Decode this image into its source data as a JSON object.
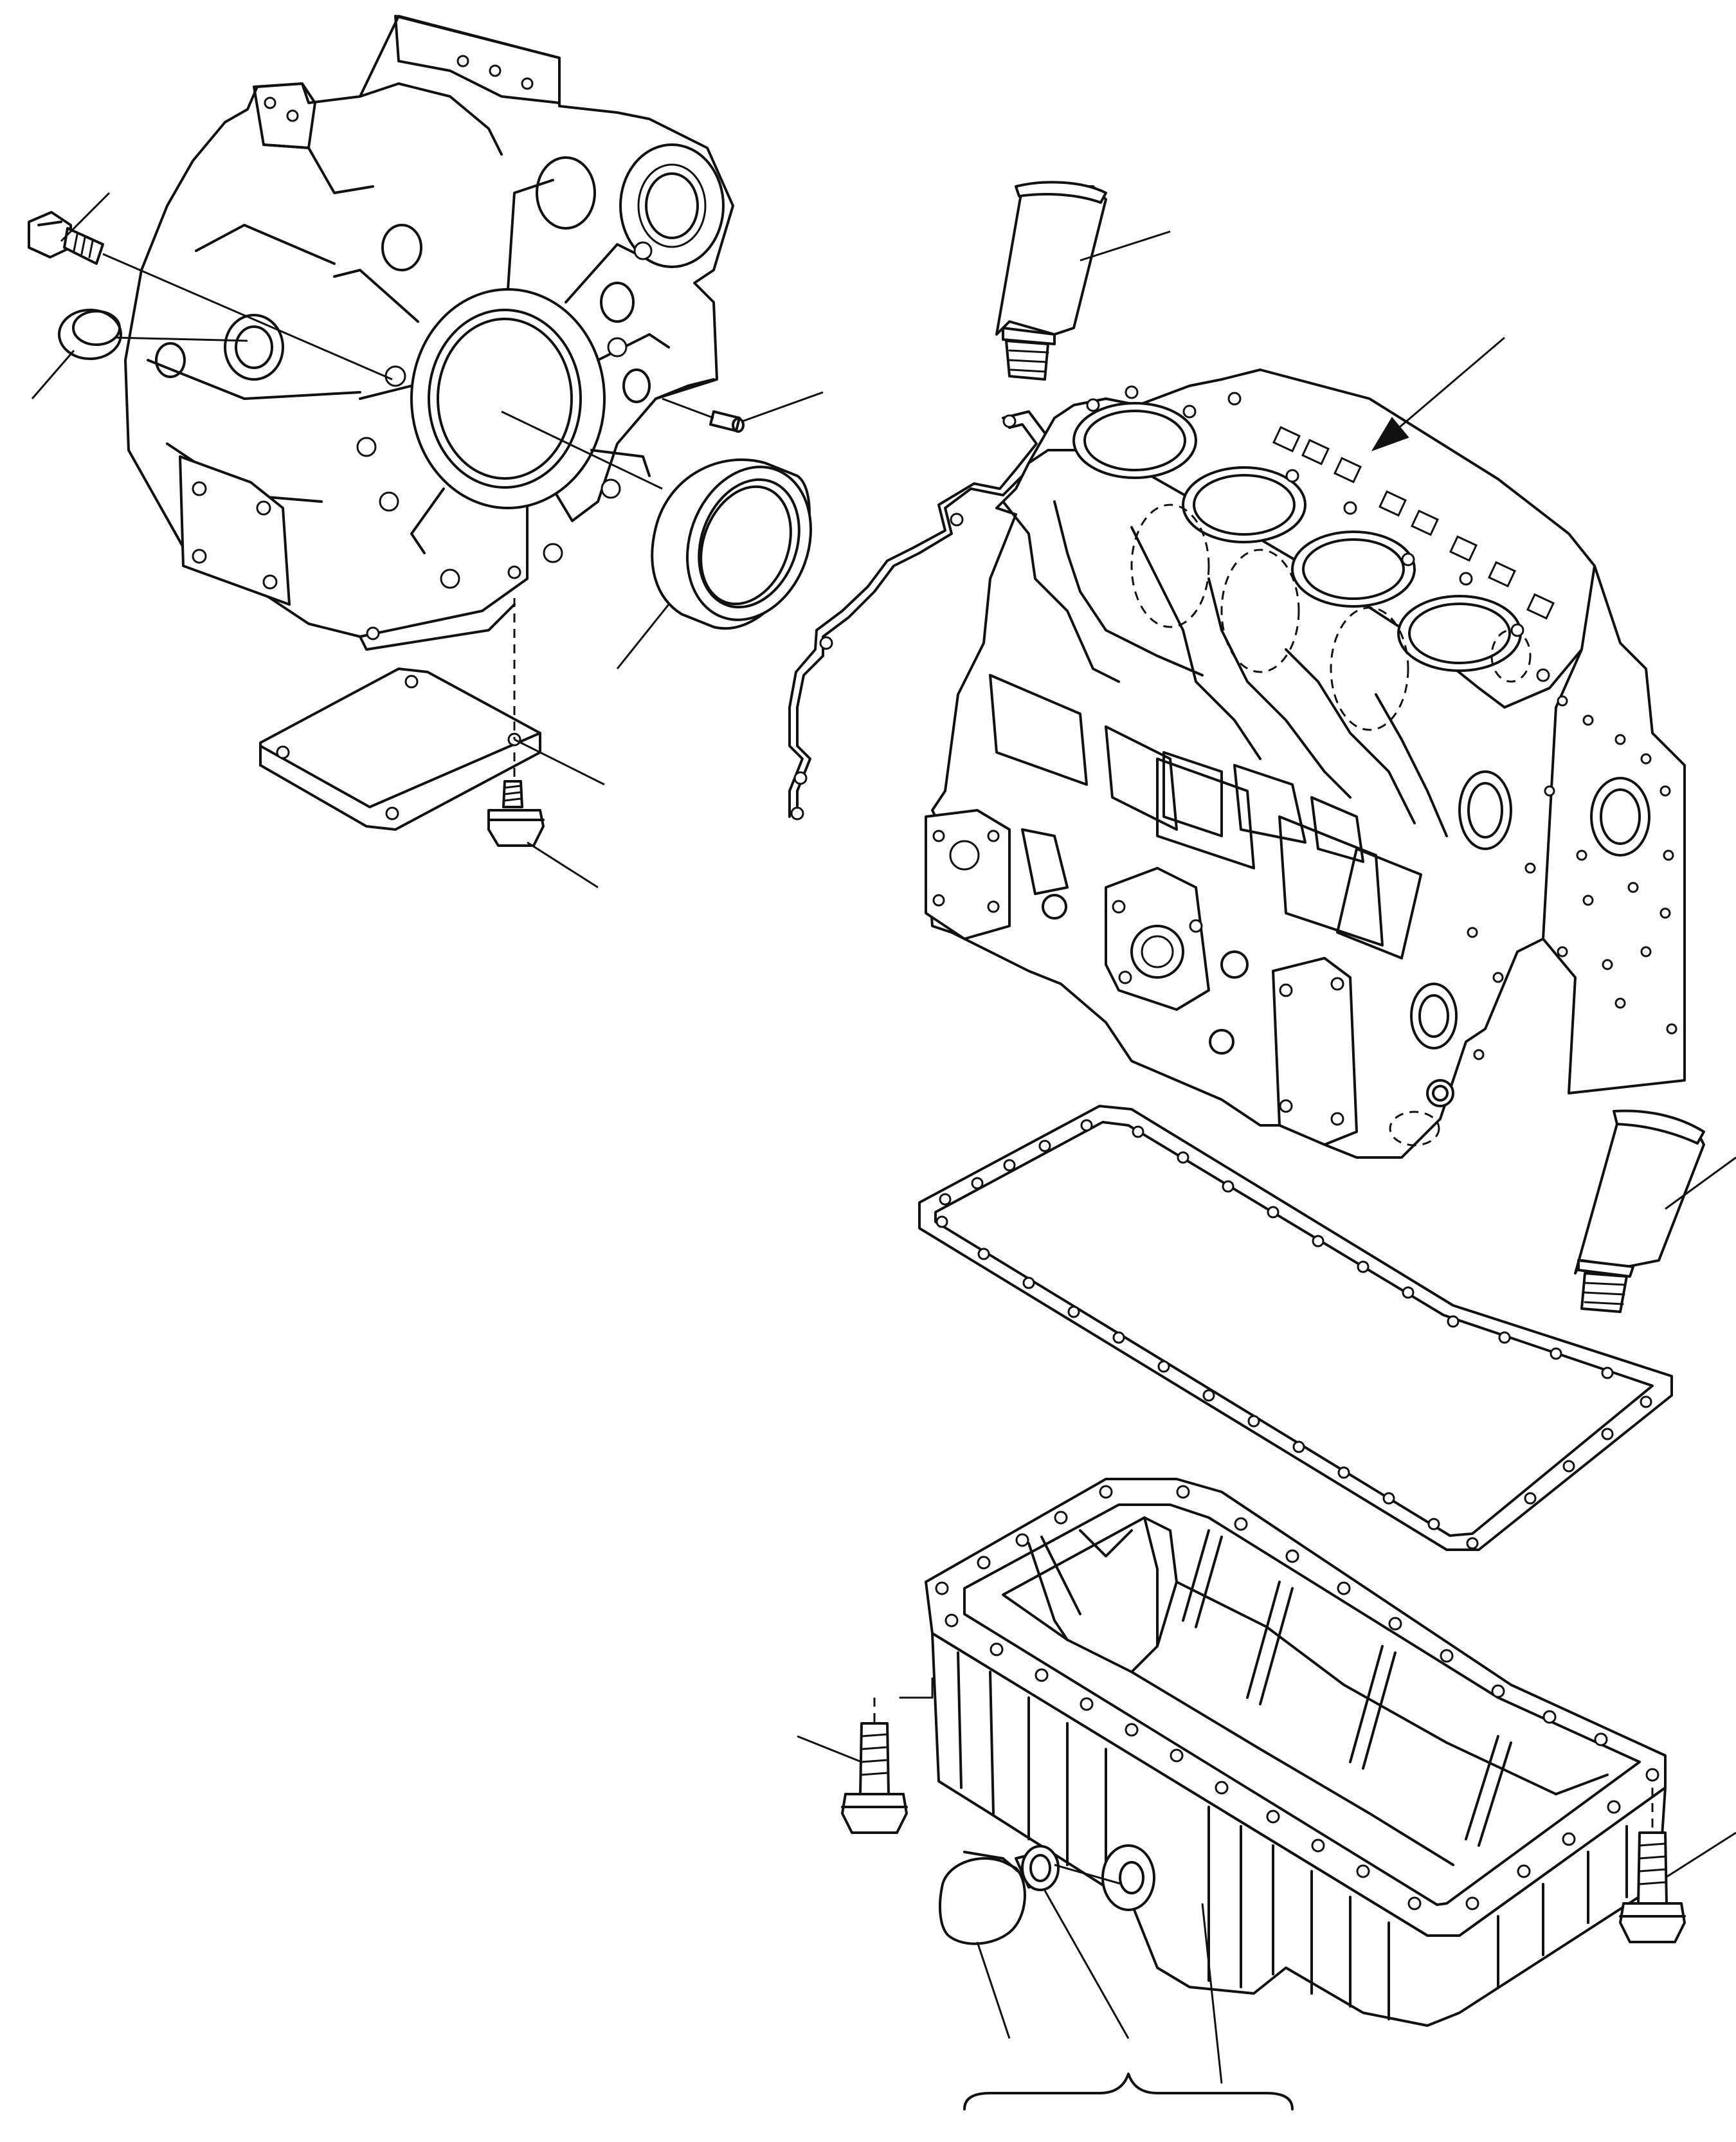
{
  "diagram": {
    "type": "exploded-parts-view",
    "callout_numbers_visible": false,
    "parts": [
      {
        "name": "flywheel-housing"
      },
      {
        "name": "housing-bolt"
      },
      {
        "name": "expansion-plug"
      },
      {
        "name": "dowel-pin"
      },
      {
        "name": "rear-oil-seal"
      },
      {
        "name": "access-cover-plate"
      },
      {
        "name": "cover-plate-bolt"
      },
      {
        "name": "sealant-tube-upper"
      },
      {
        "name": "rear-plate-gasket"
      },
      {
        "name": "cylinder-block"
      },
      {
        "name": "sealant-tube-lower"
      },
      {
        "name": "oil-pan-gasket"
      },
      {
        "name": "oil-pan"
      },
      {
        "name": "oil-pan-bolt-left"
      },
      {
        "name": "oil-pan-bolt-right"
      },
      {
        "name": "drain-plug"
      },
      {
        "name": "drain-plug-washer"
      },
      {
        "name": "assembly-group-brace"
      }
    ]
  }
}
